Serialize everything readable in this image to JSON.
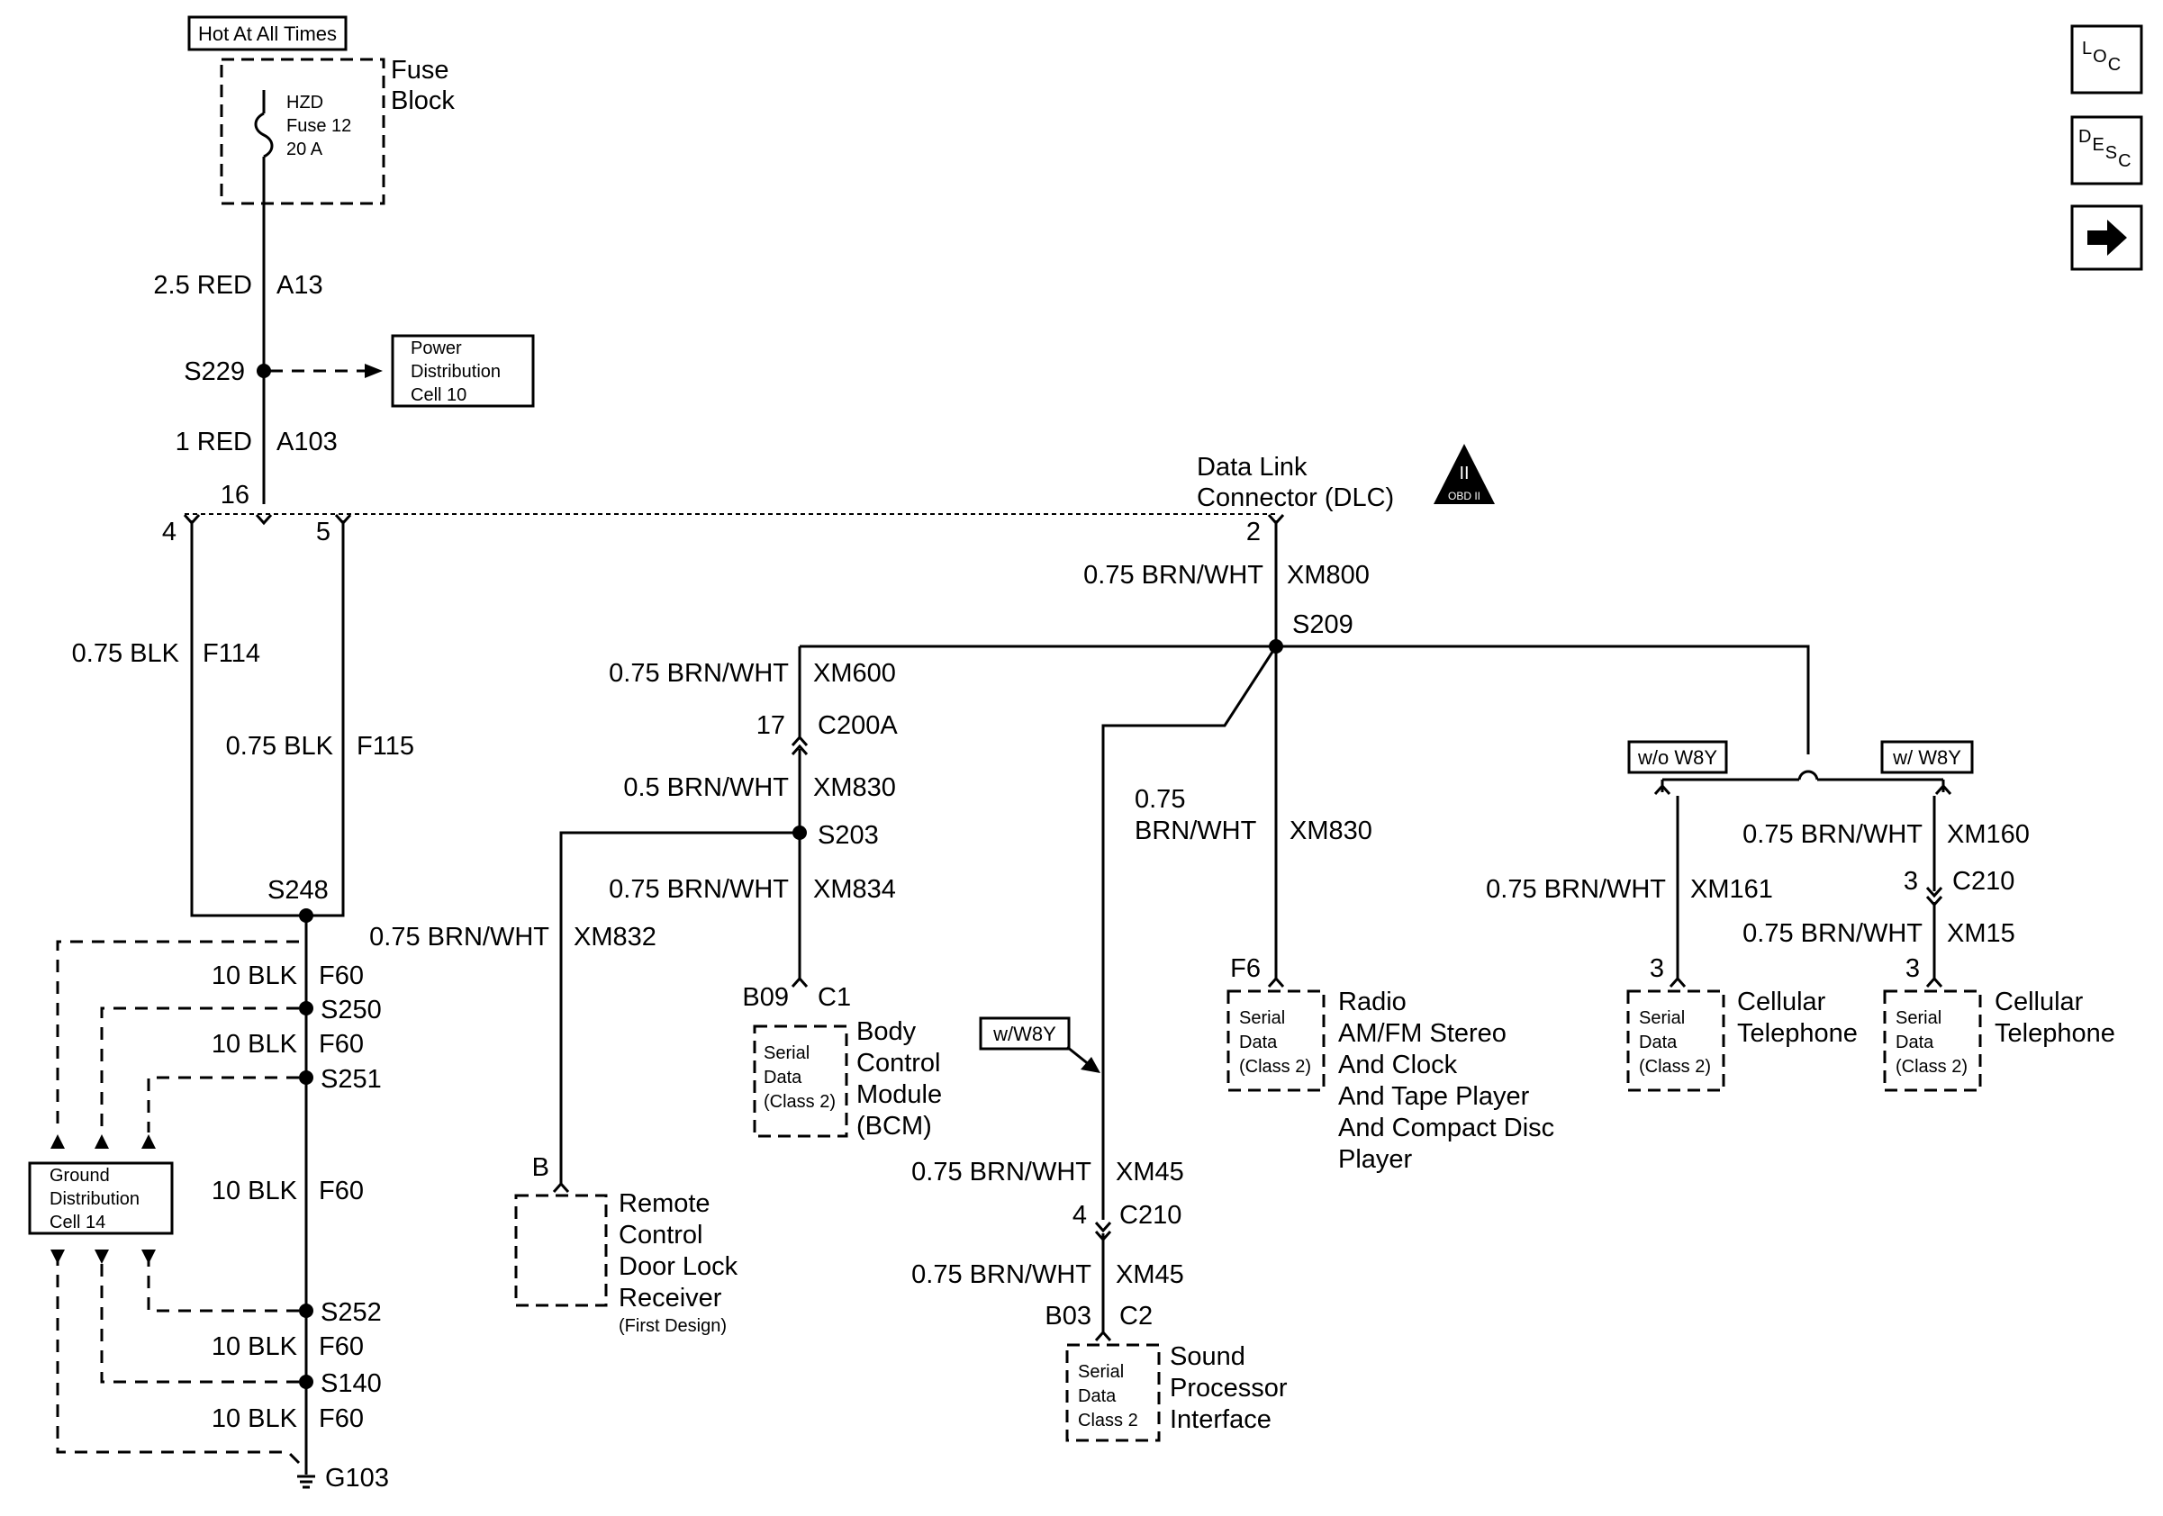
{
  "nav": {
    "loc_label": "LOC",
    "desc_label": "DESC",
    "next_icon": "right-arrow-icon"
  },
  "power": {
    "hot_label": "Hot At All Times",
    "fuse_block_line1": "Fuse",
    "fuse_block_line2": "Block",
    "fuse_line1": "HZD",
    "fuse_line2": "Fuse 12",
    "fuse_line3": "20 A",
    "wire1_label": "2.5 RED",
    "wire1_circuit": "A13",
    "splice_s229": "S229",
    "power_dist_line1": "Power",
    "power_dist_line2": "Distribution",
    "power_dist_line3": "Cell 10",
    "wire2_label": "1 RED",
    "wire2_circuit": "A103"
  },
  "dlc": {
    "title_line1": "Data Link",
    "title_line2": "Connector (DLC)",
    "obd_symbol_text": "II",
    "obd_symbol_sub": "OBD II",
    "pin16": "16",
    "pin4": "4",
    "pin5": "5",
    "pin2": "2"
  },
  "ground": {
    "wire_f114_label": "0.75 BLK",
    "wire_f114_circuit": "F114",
    "wire_f115_label": "0.75 BLK",
    "wire_f115_circuit": "F115",
    "splice_s248": "S248",
    "wire_f60_label": "10 BLK",
    "wire_f60_circuit": "F60",
    "splice_s250": "S250",
    "splice_s251": "S251",
    "splice_s252": "S252",
    "splice_s140": "S140",
    "ground_g103": "G103",
    "ground_dist_line1": "Ground",
    "ground_dist_line2": "Distribution",
    "ground_dist_line3": "Cell 14"
  },
  "serial": {
    "wire_xm800_label": "0.75 BRN/WHT",
    "wire_xm800_circuit": "XM800",
    "splice_s209": "S209",
    "wire_xm600_label": "0.75 BRN/WHT",
    "wire_xm600_circuit": "XM600",
    "c200a_pin": "17",
    "c200a_label": "C200A",
    "wire_xm830a_label": "0.5 BRN/WHT",
    "wire_xm830a_circuit": "XM830",
    "splice_s203": "S203",
    "wire_xm834_label": "0.75 BRN/WHT",
    "wire_xm834_circuit": "XM834",
    "wire_xm832_label": "0.75 BRN/WHT",
    "wire_xm832_circuit": "XM832",
    "wire_xm830b_label_line1": "0.75",
    "wire_xm830b_label_line2": "BRN/WHT",
    "wire_xm830b_circuit": "XM830",
    "wire_xm45_label": "0.75 BRN/WHT",
    "wire_xm45_circuit": "XM45",
    "c210_pin4": "4",
    "c210_label": "C210",
    "wire_xm160_label": "0.75 BRN/WHT",
    "wire_xm160_circuit": "XM160",
    "c210b_pin": "3",
    "c210b_label": "C210",
    "wire_xm15_label": "0.75 BRN/WHT",
    "wire_xm15_circuit": "XM15",
    "wire_xm161_label": "0.75 BRN/WHT",
    "wire_xm161_circuit": "XM161",
    "option_wo_w8y": "w/o W8Y",
    "option_w_w8y": "w/ W8Y",
    "option_w8y_sp": "w/W8Y"
  },
  "modules": {
    "serial_text": "Serial",
    "data_text": "Data",
    "class2_text": "(Class 2)",
    "class2_plain": "Class 2",
    "bcm_pin": "B09",
    "bcm_conn": "C1",
    "bcm_line1": "Body",
    "bcm_line2": "Control",
    "bcm_line3": "Module",
    "bcm_line4": "(BCM)",
    "rcdl_pin": "B",
    "rcdl_line1": "Remote",
    "rcdl_line2": "Control",
    "rcdl_line3": "Door Lock",
    "rcdl_line4": "Receiver",
    "rcdl_note": "(First Design)",
    "sp_pin": "B03",
    "sp_conn": "C2",
    "sp_line1": "Sound",
    "sp_line2": "Processor",
    "sp_line3": "Interface",
    "radio_pin": "F6",
    "radio_line1": "Radio",
    "radio_line2": "AM/FM Stereo",
    "radio_line3": "And Clock",
    "radio_line4": "And Tape Player",
    "radio_line5": "And Compact Disc",
    "radio_line6": "Player",
    "cell1_pin": "3",
    "cell1_line1": "Cellular",
    "cell1_line2": "Telephone",
    "cell2_pin": "3",
    "cell2_line1": "Cellular",
    "cell2_line2": "Telephone"
  }
}
